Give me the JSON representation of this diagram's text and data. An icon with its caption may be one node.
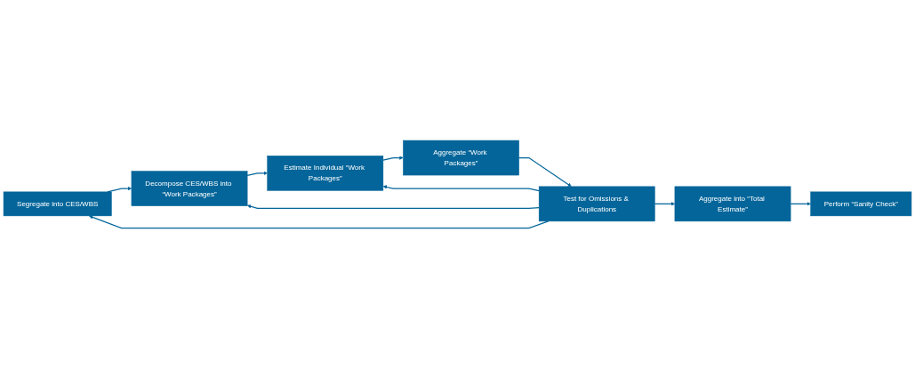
{
  "diagram": {
    "nodes": [
      {
        "text": [
          "Segregate into CES/WBS"
        ]
      },
      {
        "text": [
          "Decompose CES/WBS into “Work Packages”"
        ]
      },
      {
        "text": [
          "Estimate Individual “Work Packages”"
        ]
      },
      {
        "text": [
          "Aggregate “Work Packages”"
        ]
      },
      {
        "text": [
          "Perform “Sanity Check”"
        ]
      },
      {
        "text": [
          "Aggregate into “Total Estimate”"
        ]
      },
      {
        "text": [
          "Test for Omissions & Duplications"
        ]
      }
    ],
    "edges": [
      {
        "from": 0,
        "to": 1,
        "arrow": "to"
      },
      {
        "from": 1,
        "to": 2,
        "arrow": "to"
      },
      {
        "from": 2,
        "to": 3,
        "arrow": "to"
      },
      {
        "from": 3,
        "to": 6,
        "arrow": "to"
      },
      {
        "from": 6,
        "to": 2,
        "arrow": "to"
      },
      {
        "from": 6,
        "to": 1,
        "arrow": "to"
      },
      {
        "from": 6,
        "to": 0,
        "arrow": "to"
      },
      {
        "from": 6,
        "to": 5,
        "arrow": "to"
      },
      {
        "from": 5,
        "to": 4,
        "arrow": "to"
      }
    ]
  }
}
